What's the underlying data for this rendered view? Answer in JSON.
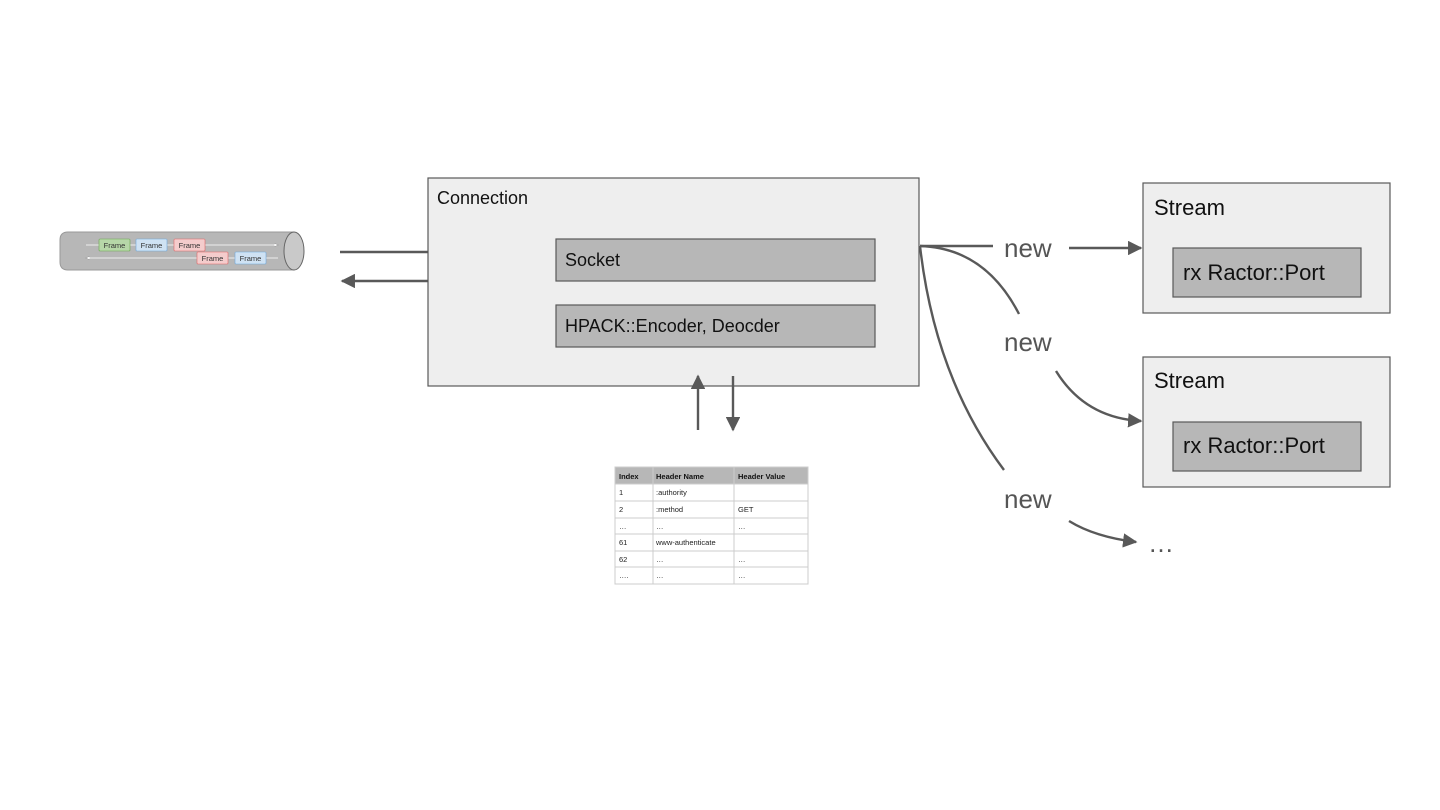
{
  "connection": {
    "title": "Connection",
    "socket_label": "Socket",
    "hpack_label": "HPACK::Encoder, Deocder"
  },
  "pipe": {
    "frames_top": [
      "Frame",
      "Frame",
      "Frame"
    ],
    "frames_bottom": [
      "Frame",
      "Frame"
    ],
    "frame_colors": {
      "green": "#b6d7a8",
      "blue": "#cfe2f3",
      "red": "#f4cccc"
    }
  },
  "streams": [
    {
      "title": "Stream",
      "port_label": "rx Ractor::Port"
    },
    {
      "title": "Stream",
      "port_label": "rx Ractor::Port"
    }
  ],
  "new_labels": [
    "new",
    "new",
    "new"
  ],
  "more_streams": "…",
  "table": {
    "headers": [
      "Index",
      "Header Name",
      "Header Value"
    ],
    "rows": [
      [
        "1",
        ":authority",
        ""
      ],
      [
        "2",
        ":method",
        "GET"
      ],
      [
        "…",
        "…",
        "…"
      ],
      [
        "61",
        "www-authenticate",
        ""
      ],
      [
        "62",
        "…",
        "…"
      ],
      [
        "….",
        "…",
        "…"
      ]
    ]
  },
  "colors": {
    "box_light": "#eeeeee",
    "box_dark": "#b7b7b7",
    "line": "#595959"
  }
}
